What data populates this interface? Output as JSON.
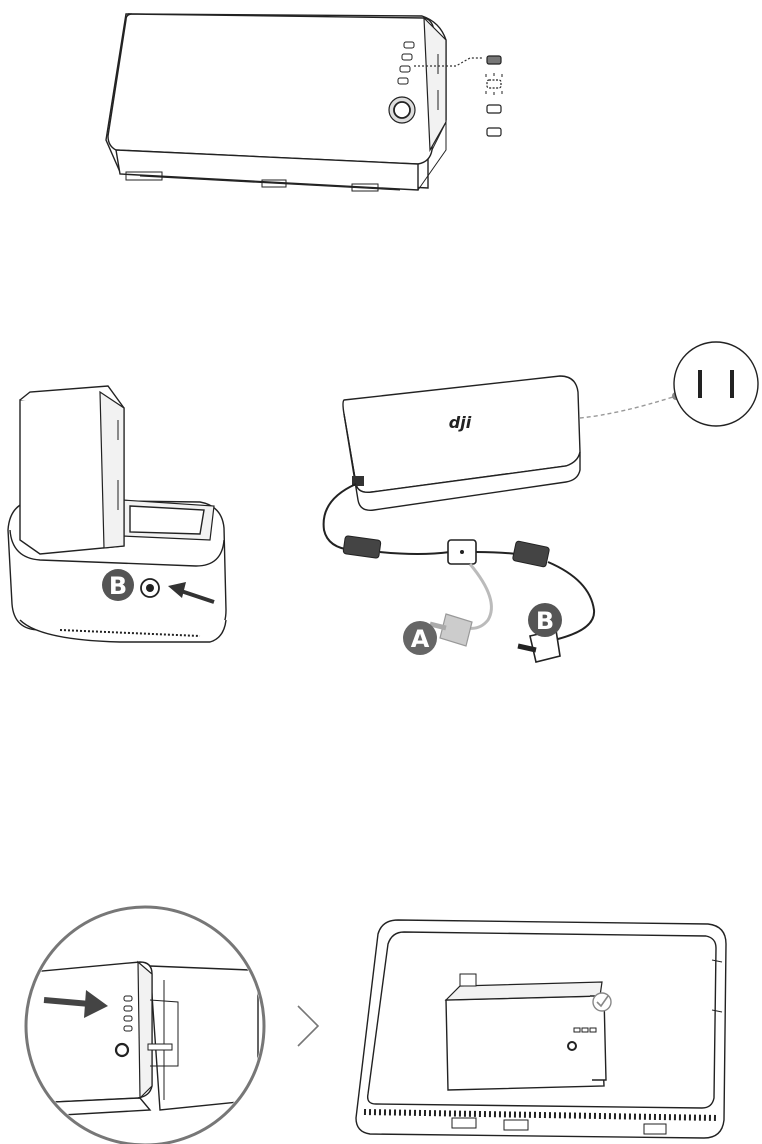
{
  "labels": {
    "dock_port": "B",
    "cable_a": "A",
    "cable_b": "B"
  },
  "adapter_logo": "dji",
  "led_legend": {
    "indicators": [
      "solid",
      "blinking",
      "off",
      "off"
    ]
  },
  "colors": {
    "line": "#222222",
    "label_fill": "#5a5a5a",
    "connector_light": "#bbbbbb",
    "dashed_leader": "#999999"
  },
  "icons": [
    "battery",
    "led-indicator",
    "power-button",
    "charging-hub",
    "power-adapter",
    "wall-outlet",
    "arrow",
    "chevron-right",
    "remote-controller",
    "checkmark"
  ]
}
